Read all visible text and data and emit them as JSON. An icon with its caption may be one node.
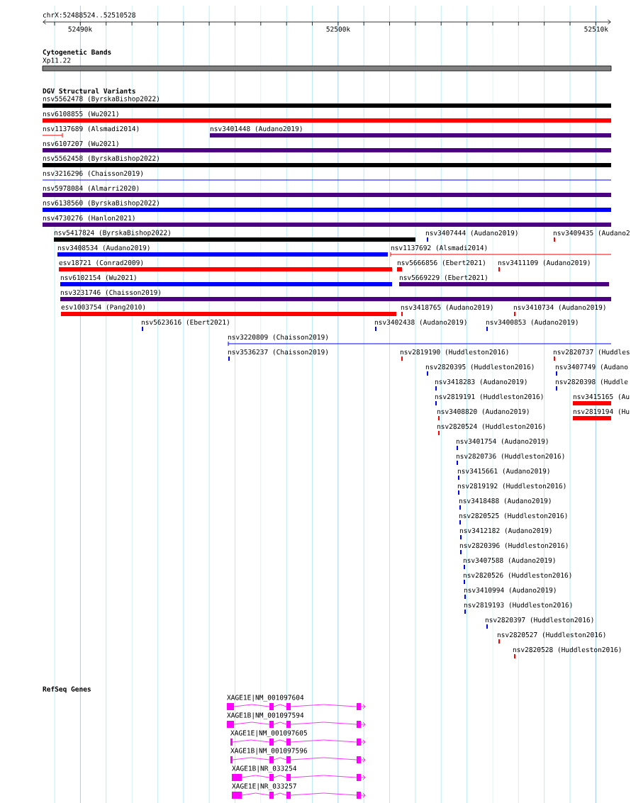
{
  "diagram": {
    "labels": [
      "chrX:52488524..52510528",
      "52490k",
      "52500k",
      "52510k",
      "Cytogenetic Bands",
      "Xp11.22",
      "DGV Structural Variants",
      "nsv5562478 (ByrskaBishop2022)",
      "nsv6108855 (Wu2021)",
      "nsv1137689 (Alsmadi2014)",
      "nsv3401448 (Audano2019)",
      "nsv6107207 (Wu2021)",
      "nsv5562458 (ByrskaBishop2022)",
      "nsv3216296 (Chaisson2019)",
      "nsv5978084 (Almarri2020)",
      "nsv6138560 (ByrskaBishop2022)",
      "nsv4730276 (Hanlon2021)",
      "nsv5417824 (ByrskaBishop2022)",
      "nsv3407444 (Audano2019)",
      "nsv3409435 (Audano2",
      "nsv3408534 (Audano2019)",
      "nsv1137692 (Alsmadi2014)",
      "esv18721 (Conrad2009)",
      "nsv5666856 (Ebert2021)",
      "nsv3411109 (Audano2019)",
      "nsv6102154 (Wu2021)",
      "nsv5669229 (Ebert2021)",
      "nsv3231746 (Chaisson2019)",
      "esv1003754 (Pang2010)",
      "nsv3418765 (Audano2019)",
      "nsv3410734 (Audano2019)",
      "nsv5623616 (Ebert2021)",
      "nsv3402438 (Audano2019)",
      "nsv3400853 (Audano2019)",
      "nsv3220809 (Chaisson2019)",
      "nsv3536237 (Chaisson2019)",
      "nsv2819190 (Huddleston2016)",
      "nsv2820737 (Huddles",
      "nsv2820395 (Huddleston2016)",
      "nsv3407749 (Audano",
      "nsv3418283 (Audano2019)",
      "nsv2820398 (Huddle",
      "nsv2819191 (Huddleston2016)",
      "nsv3415165 (Au",
      "nsv3408820 (Audano2019)",
      "nsv2819194 (Hu",
      "nsv2820524 (Huddleston2016)",
      "nsv3401754 (Audano2019)",
      "nsv2820736 (Huddleston2016)",
      "nsv3415661 (Audano2019)",
      "nsv2819192 (Huddleston2016)",
      "nsv3418488 (Audano2019)",
      "nsv2820525 (Huddleston2016)",
      "nsv3412182 (Audano2019)",
      "nsv2820396 (Huddleston2016)",
      "nsv3407588 (Audano2019)",
      "nsv2820526 (Huddleston2016)",
      "nsv3410994 (Audano2019)",
      "nsv2819193 (Huddleston2016)",
      "nsv2820397 (Huddleston2016)",
      "nsv2820527 (Huddleston2016)",
      "nsv2820528 (Huddleston2016)",
      "RefSeq Genes",
      "XAGE1E|NM_001097604",
      "XAGE1B|NM_001097594",
      "XAGE1E|NM_001097605",
      "XAGE1B|NM_001097596",
      "XAGE1B|NR_033254",
      "XAGE1E|NR_033257"
    ]
  }
}
